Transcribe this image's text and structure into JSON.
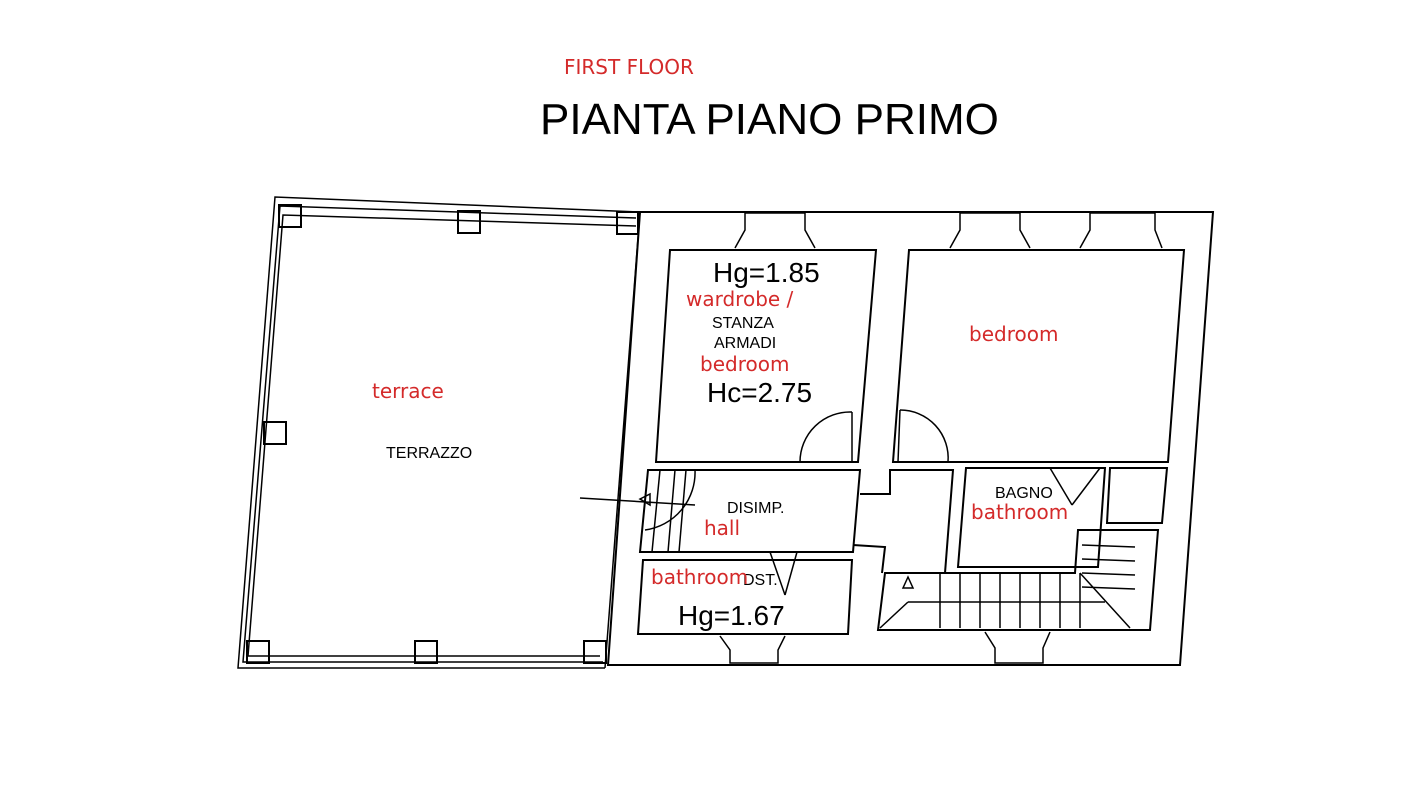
{
  "header": {
    "subtitle_en": "FIRST FLOOR",
    "title": "PIANTA PIANO PRIMO"
  },
  "rooms": {
    "terrace": {
      "label_it": "TERRAZZO",
      "label_en": "terrace"
    },
    "wardrobe": {
      "height_g": "Hg=1.85",
      "label_en_1": "wardrobe  /",
      "label_it_1": "STANZA",
      "label_it_2": "ARMADI",
      "label_en_2": "bedroom",
      "height_c": "Hc=2.75"
    },
    "bedroom": {
      "label_en": "bedroom"
    },
    "hall": {
      "label_it": "DISIMP.",
      "label_en": "hall"
    },
    "small_bathroom": {
      "label_it": "DST.",
      "label_en": "bathroom",
      "height_g": "Hg=1.67"
    },
    "bathroom": {
      "label_it": "BAGNO",
      "label_en": "bathroom"
    }
  },
  "colors": {
    "annotation": "#d42a2a",
    "lines": "#000000"
  }
}
